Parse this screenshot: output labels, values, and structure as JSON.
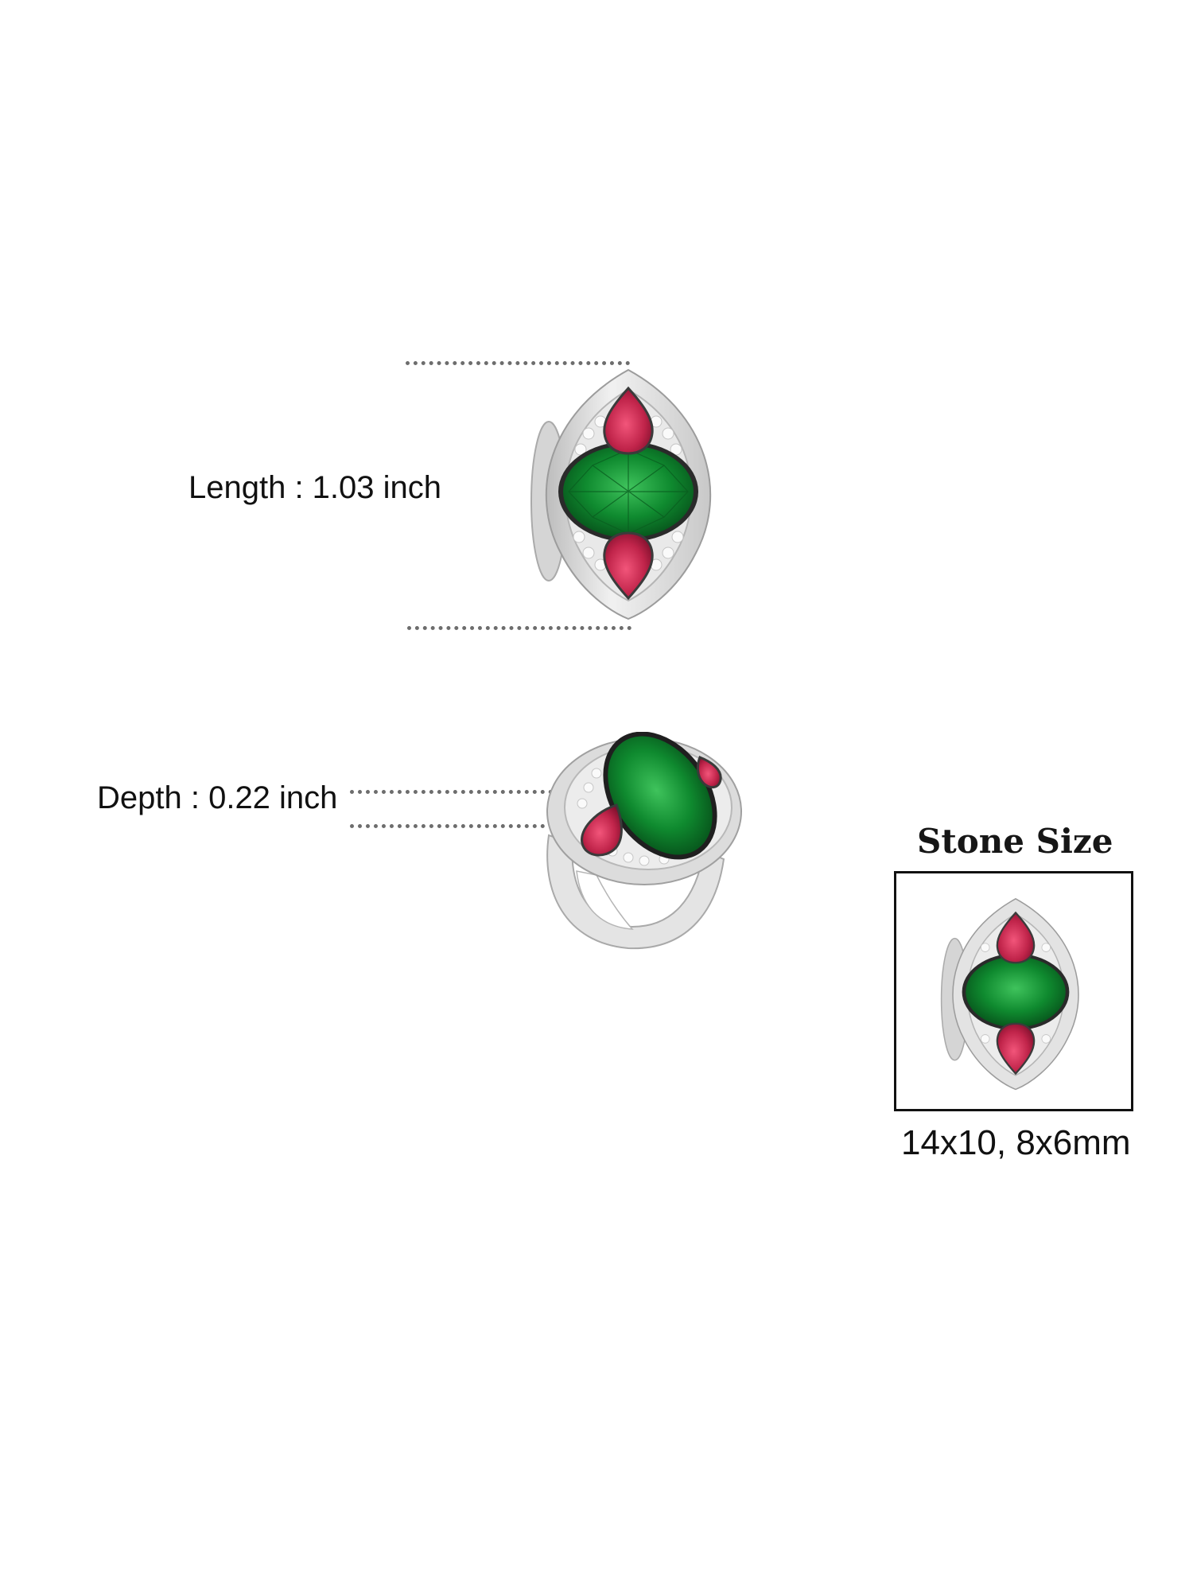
{
  "length": {
    "text": "Length : 1.03 inch"
  },
  "depth": {
    "text": "Depth : 0.22 inch"
  },
  "stone_size": {
    "title": "Stone Size",
    "value": "14x10, 8x6mm"
  },
  "colors": {
    "metal": "#e6e6e6",
    "metal_shadow": "#b9b9b9",
    "emerald": "#0f8a2f",
    "emerald_dark": "#064d19",
    "ruby": "#c0244a",
    "ruby_dark": "#7b0f2b",
    "pave": "#f4f4f4",
    "guide_line": "#6d6d6d"
  },
  "images": {
    "front_view": "ring-front-view",
    "side_view": "ring-side-view",
    "stone_thumbnail": "ring-stone-thumbnail"
  }
}
